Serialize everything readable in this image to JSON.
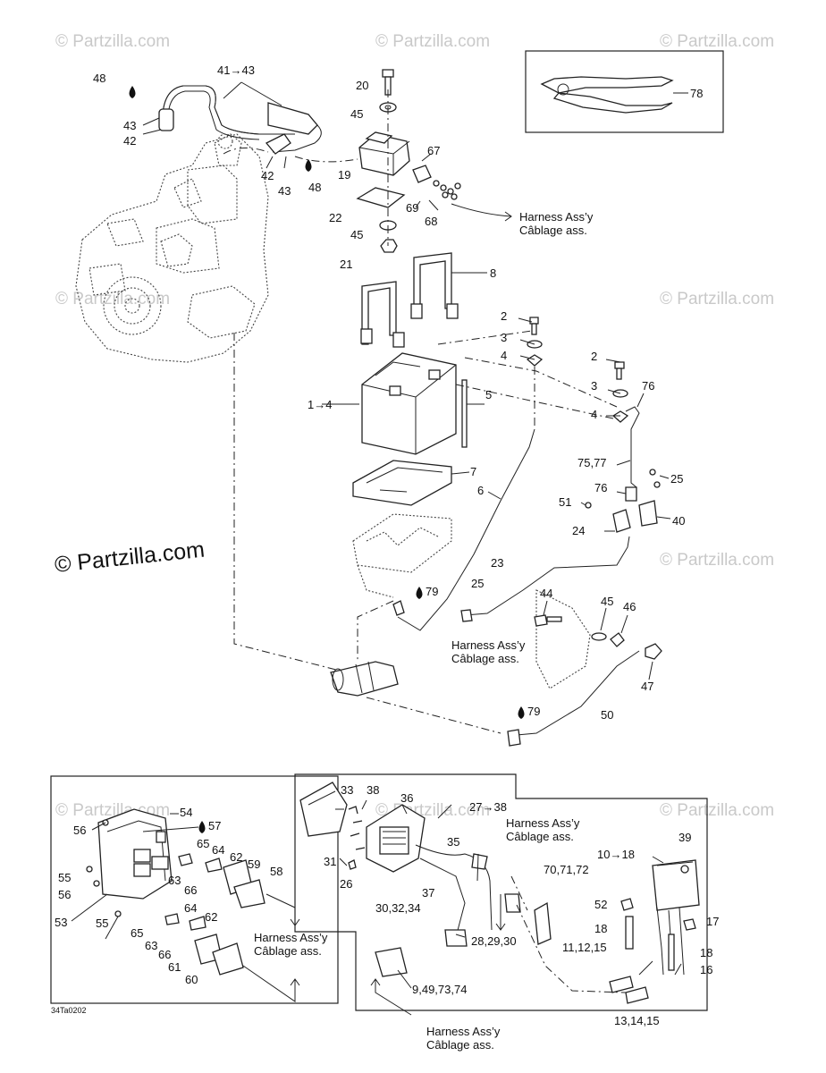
{
  "watermarks": {
    "site": "© Partzilla.com",
    "main_copyright": "© Partzilla.com"
  },
  "drawing_code": "34Ta0202",
  "harness": {
    "line1": "Harness Ass’y",
    "line2": "Câblage ass."
  },
  "callouts": {
    "c48a": "48",
    "c41_43": "41→43",
    "c43a": "43",
    "c42a": "42",
    "c42b": "42",
    "c43b": "43",
    "c48b": "48",
    "c20": "20",
    "c45a": "45",
    "c19": "19",
    "c22": "22",
    "c45b": "45",
    "c21": "21",
    "c67": "67",
    "c69": "69",
    "c68": "68",
    "c78": "78",
    "c8": "8",
    "c2a": "2",
    "c3a": "3",
    "c4a": "4",
    "c1_4": "1→4",
    "c5": "5",
    "c2b": "2",
    "c3b": "3",
    "c76a": "76",
    "c4b": "4",
    "c75_77": "75,77",
    "c25a": "25",
    "c76b": "76",
    "c51": "51",
    "c40": "40",
    "c24": "24",
    "c7": "7",
    "c6": "6",
    "c23": "23",
    "c79a": "79",
    "c25b": "25",
    "c44": "44",
    "c45c": "45",
    "c46": "46",
    "c47": "47",
    "c79b": "79",
    "c50": "50",
    "c54": "54",
    "c56a": "56",
    "c57": "57",
    "c65a": "65",
    "c64a": "64",
    "c62a": "62",
    "c59": "59",
    "c58": "58",
    "c55a": "55",
    "c63a": "63",
    "c66a": "66",
    "c56b": "56",
    "c53": "53",
    "c55b": "55",
    "c64b": "64",
    "c62b": "62",
    "c65b": "65",
    "c63b": "63",
    "c66b": "66",
    "c61": "61",
    "c60": "60",
    "c33": "33",
    "c38": "38",
    "c36": "36",
    "c27_38": "27→38",
    "c35": "35",
    "c31": "31",
    "c26": "26",
    "c37": "37",
    "c30_32_34": "30,32,34",
    "c28_29_30": "28,29,30",
    "c9_49_73_74": "9,49,73,74",
    "c70_71_72": "70,71,72",
    "c39": "39",
    "c10_18": "10→18",
    "c52": "52",
    "c18a": "18",
    "c17": "17",
    "c18b": "18",
    "c11_12_15": "11,12,15",
    "c16": "16",
    "c13_14_15": "13,14,15"
  }
}
